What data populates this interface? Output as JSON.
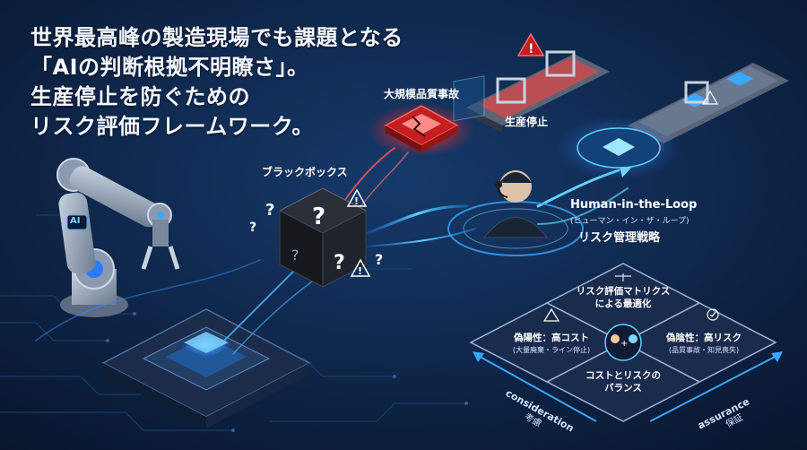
{
  "headline": {
    "line1": "世界最高峰の製造現場でも課題となる",
    "line2": "「AIの判断根拠不明瞭さ」。",
    "line3": "生産停止を防ぐための",
    "line4": "リスク評価フレームワーク。"
  },
  "labels": {
    "quality_incident": "大規模品質事故",
    "production_stop": "生産停止",
    "black_box": "ブラックボックス",
    "robot_badge": "AI"
  },
  "hitl": {
    "title": "Human-in-the-Loop",
    "subtitle": "(ヒューマン・イン・ザ・ループ)",
    "strategy": "リスク管理戦略"
  },
  "matrix": {
    "top_line1": "リスク評価マトリクス",
    "top_line2": "による最適化",
    "left_title": "偽陽性：高コスト",
    "left_sub": "(大量廃棄・ライン停止)",
    "right_title": "偽陰性：高リスク",
    "right_sub": "(品質事故・知見喪失)",
    "bottom_line1": "コストとリスクの",
    "bottom_line2": "バランス"
  },
  "axes": {
    "left_en": "consideration",
    "left_ja": "考慮",
    "right_en": "assurance",
    "right_ja": "保証"
  },
  "colors": {
    "background": "#0b1a33",
    "accent_blue": "#3aa8ff",
    "alert_red": "#ff3b3b",
    "warning_yellow": "#f5c542"
  }
}
